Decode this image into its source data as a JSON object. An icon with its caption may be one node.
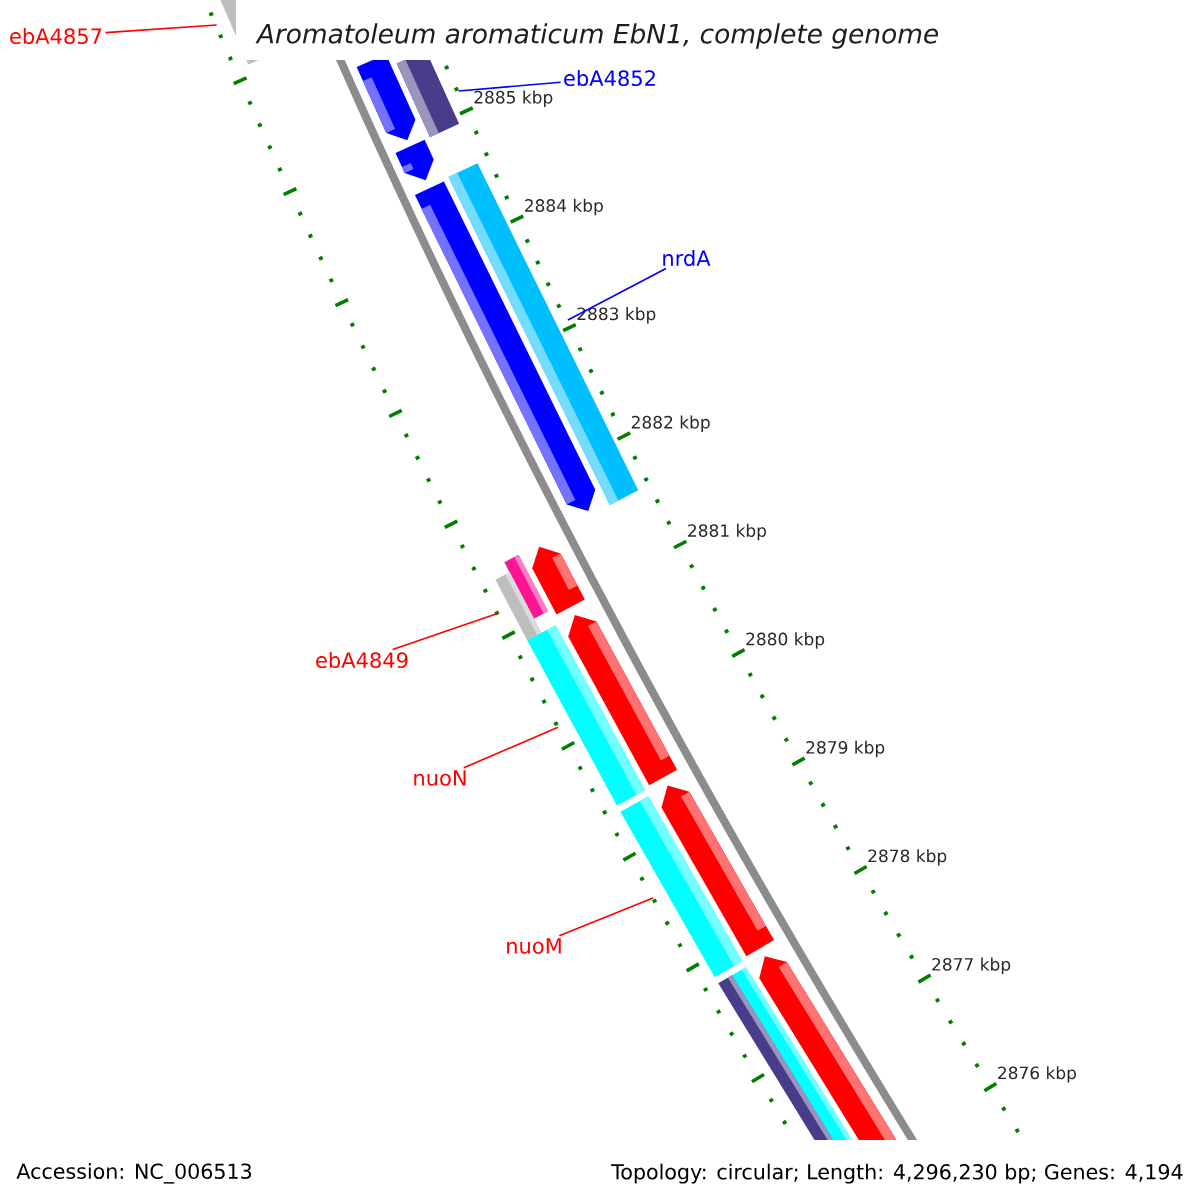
{
  "diagram": {
    "title": "Aromatoleum aromaticum EbN1, complete genome",
    "nodes": [
      {
        "text": [
          "ebA4857"
        ]
      },
      {
        "text": [],
        "shape": "bar"
      },
      {
        "text": [
          "ebA4852"
        ]
      },
      {
        "text": [],
        "shape": "bar"
      },
      {
        "text": [
          "nrdA"
        ]
      },
      {
        "text": [],
        "shape": "bar"
      },
      {
        "text": [
          "ebA4849"
        ]
      },
      {
        "text": [],
        "shape": "bar"
      },
      {
        "text": [
          "nuoN"
        ]
      },
      {
        "text": [],
        "shape": "bar"
      },
      {
        "text": [
          "nuoM"
        ]
      },
      {
        "text": [],
        "shape": "bar"
      }
    ],
    "edges": [
      {
        "from": 0,
        "to": 1,
        "arrow": "none",
        "color": "#ff0000"
      },
      {
        "from": 2,
        "to": 3,
        "arrow": "none",
        "color": "#0000ff"
      },
      {
        "from": 4,
        "to": 5,
        "arrow": "none",
        "color": "#0000ff"
      },
      {
        "from": 6,
        "to": 7,
        "arrow": "none",
        "color": "#ff0000"
      },
      {
        "from": 8,
        "to": 9,
        "arrow": "none",
        "color": "#ff0000"
      },
      {
        "from": 10,
        "to": 11,
        "arrow": "none",
        "color": "#ff0000"
      }
    ],
    "labels": [
      "2885 kbp",
      "2884 kbp",
      "2883 kbp",
      "2882 kbp",
      "2881 kbp",
      "2880 kbp",
      "2879 kbp",
      "2878 kbp",
      "2877 kbp",
      "2876 kbp",
      "Accession: NC_006513",
      "Topology: circular; Length: 4,296,230 bp; Genes: 4,194"
    ]
  }
}
